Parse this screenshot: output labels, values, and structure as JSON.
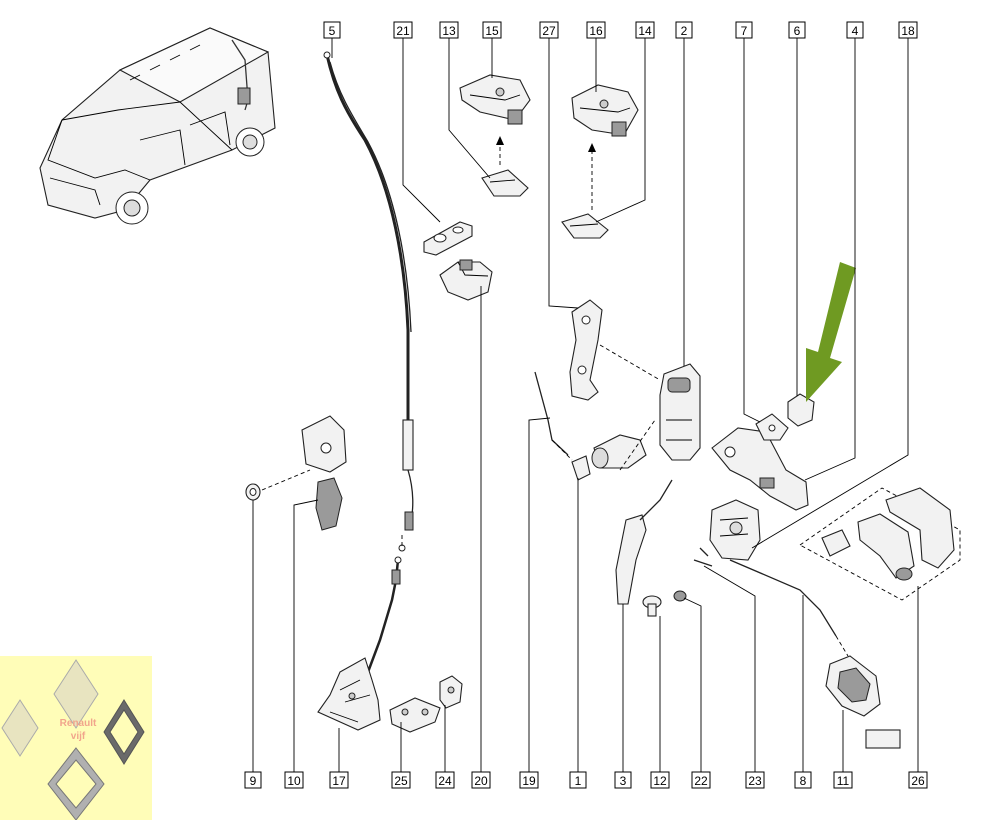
{
  "callouts": {
    "top": [
      "5",
      "21",
      "13",
      "15",
      "27",
      "16",
      "14",
      "2",
      "7",
      "6",
      "4",
      "18"
    ],
    "bottom": [
      "9",
      "10",
      "17",
      "25",
      "24",
      "20",
      "19",
      "1",
      "3",
      "12",
      "22",
      "23",
      "8",
      "11",
      "26"
    ]
  },
  "watermark": {
    "line1": "Renault",
    "line2": "vijf"
  },
  "colors": {
    "highlight_arrow": "#6f9a22",
    "watermark_bg": "#fffdb8",
    "watermark_text": "#f1a58c"
  }
}
